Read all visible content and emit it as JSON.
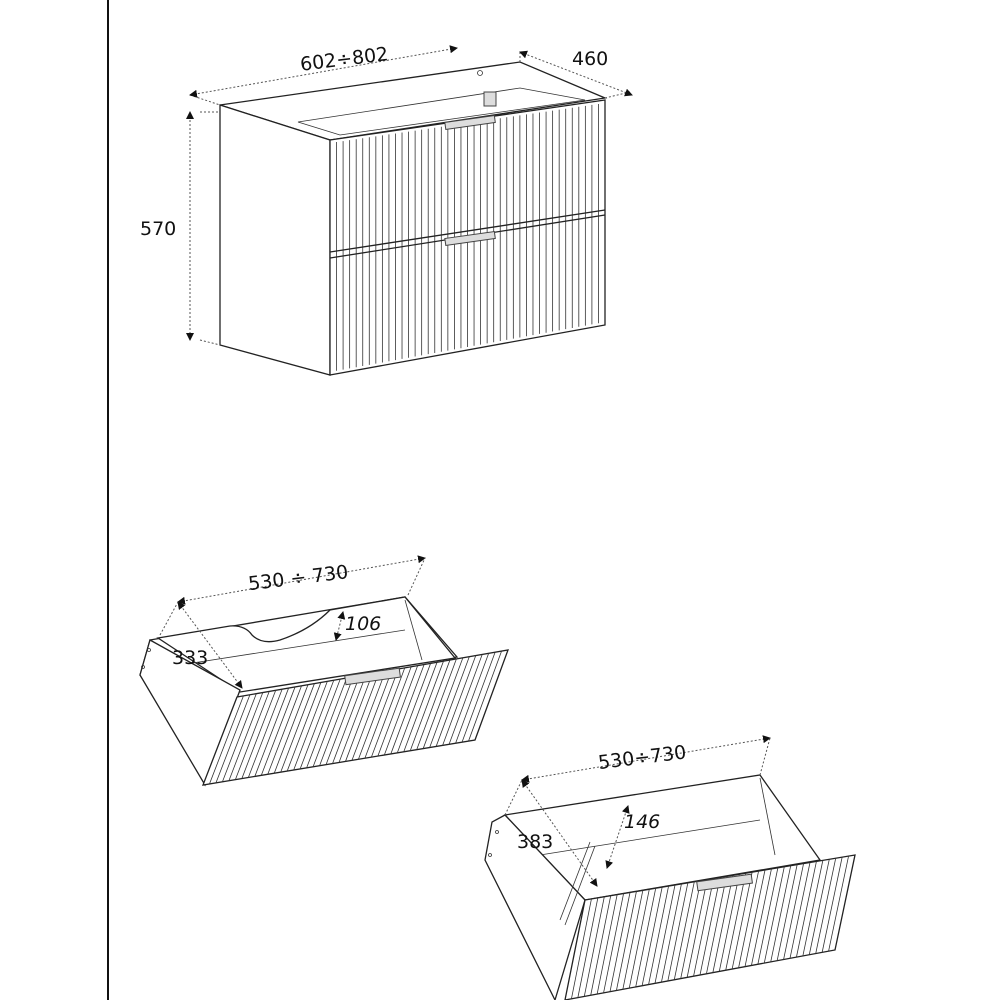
{
  "cabinet": {
    "width": "602÷802",
    "depth": "460",
    "height": "570"
  },
  "drawer_top": {
    "width": "530 ÷ 730",
    "depth": "333",
    "height": "106"
  },
  "drawer_bottom": {
    "width": "530÷730",
    "depth": "383",
    "height": "146"
  }
}
